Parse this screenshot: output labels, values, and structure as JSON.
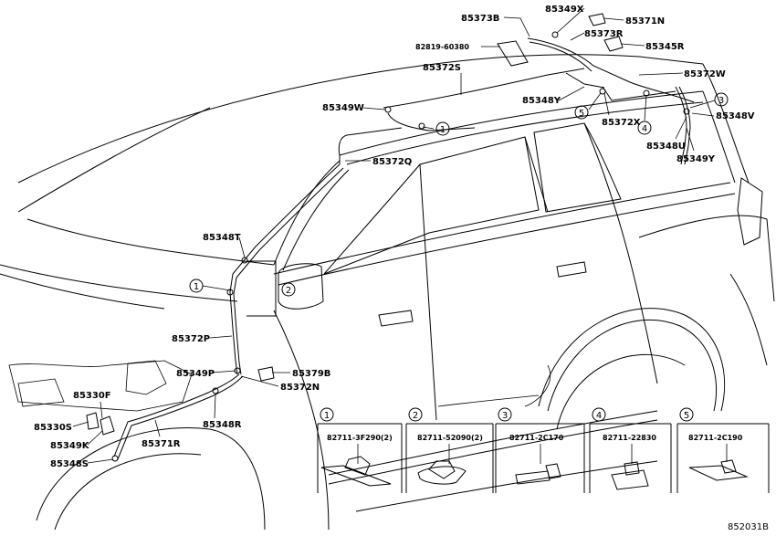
{
  "parts": {
    "p85349X": "85349X",
    "p85373B": "85373B",
    "p85371N": "85371N",
    "p85373R": "85373R",
    "p82819": "82819-60380",
    "p85345R": "85345R",
    "p85372S": "85372S",
    "p85372W": "85372W",
    "p85348Y": "85348Y",
    "p85349W": "85349W",
    "p85372X": "85372X",
    "p85348V": "85348V",
    "p85348U": "85348U",
    "p85372Q": "85372Q",
    "p85349Y": "85349Y",
    "p85348T": "85348T",
    "p85372P": "85372P",
    "p85349P": "85349P",
    "p85379B": "85379B",
    "p85372N": "85372N",
    "p85330F": "85330F",
    "p85330S": "85330S",
    "p85349K": "85349K",
    "p85348R": "85348R",
    "p85371R": "85371R",
    "p85348S": "85348S"
  },
  "callouts": [
    "1",
    "2",
    "3",
    "4",
    "5"
  ],
  "clamps": [
    {
      "num": "1",
      "part": "82711-3F290(2)"
    },
    {
      "num": "2",
      "part": "82711-52090(2)"
    },
    {
      "num": "3",
      "part": "82711-2C170"
    },
    {
      "num": "4",
      "part": "82711-22830"
    },
    {
      "num": "5",
      "part": "82711-2C190"
    }
  ],
  "diagram_id": "852031B"
}
